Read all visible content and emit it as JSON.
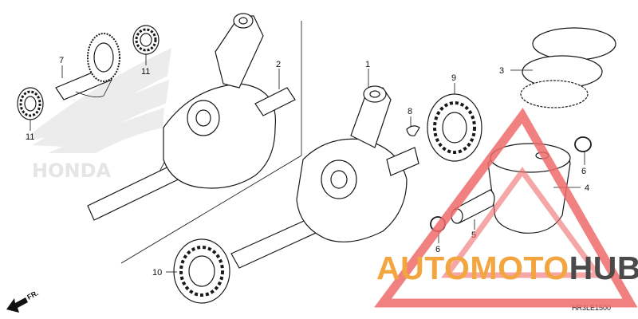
{
  "diagram": {
    "callouts": [
      {
        "id": "c1",
        "label": "1"
      },
      {
        "id": "c2",
        "label": "2"
      },
      {
        "id": "c3",
        "label": "3"
      },
      {
        "id": "c4",
        "label": "4"
      },
      {
        "id": "c5",
        "label": "5"
      },
      {
        "id": "c6a",
        "label": "6"
      },
      {
        "id": "c6b",
        "label": "6"
      },
      {
        "id": "c7",
        "label": "7"
      },
      {
        "id": "c8",
        "label": "8"
      },
      {
        "id": "c9",
        "label": "9"
      },
      {
        "id": "c10",
        "label": "10"
      },
      {
        "id": "c11a",
        "label": "11"
      },
      {
        "id": "c11b",
        "label": "11"
      }
    ],
    "direction_label": "FR.",
    "diagram_code": "HR3LE1500",
    "background_logo_text": "HONDA"
  },
  "watermark": {
    "text_part1": "AUTOMOTO",
    "text_part2": "HUB",
    "colors": {
      "orange": "#f3a640",
      "red": "#ee3326",
      "dark": "#4a4a4a",
      "triangle": "#ef6a6a"
    }
  }
}
